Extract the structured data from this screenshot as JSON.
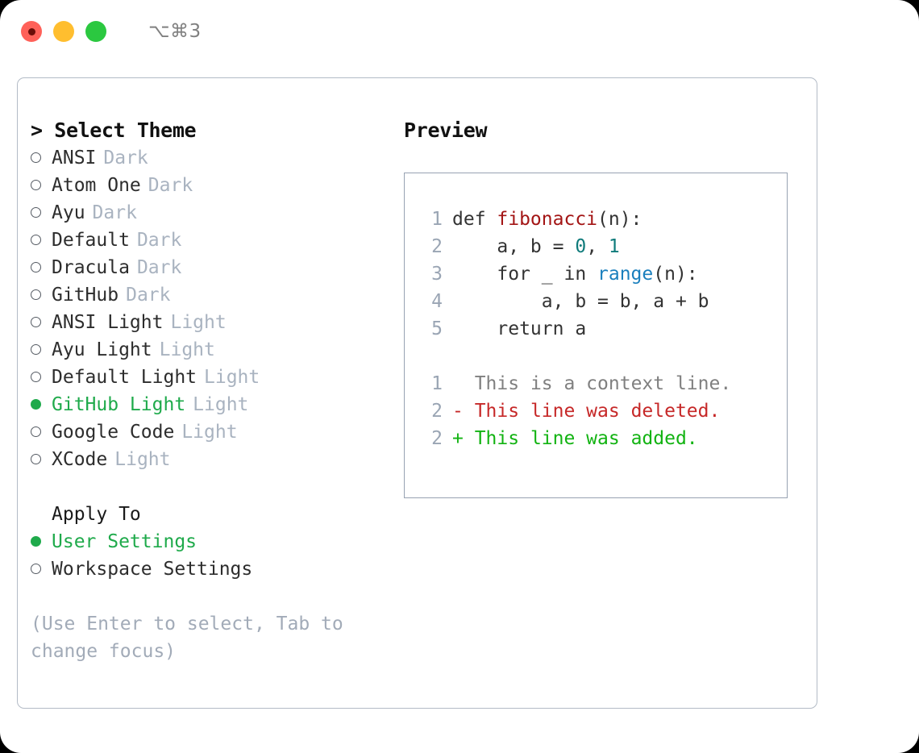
{
  "titlebar": {
    "shortcut": "⌥⌘3",
    "buttons": [
      "close",
      "minimize",
      "maximize"
    ]
  },
  "theme_picker": {
    "header": "> Select Theme",
    "items": [
      {
        "label": "ANSI",
        "variant": "Dark",
        "selected": false
      },
      {
        "label": "Atom One",
        "variant": "Dark",
        "selected": false
      },
      {
        "label": "Ayu",
        "variant": "Dark",
        "selected": false
      },
      {
        "label": "Default",
        "variant": "Dark",
        "selected": false
      },
      {
        "label": "Dracula",
        "variant": "Dark",
        "selected": false
      },
      {
        "label": "GitHub",
        "variant": "Dark",
        "selected": false
      },
      {
        "label": "ANSI Light",
        "variant": "Light",
        "selected": false
      },
      {
        "label": "Ayu Light",
        "variant": "Light",
        "selected": false
      },
      {
        "label": "Default Light",
        "variant": "Light",
        "selected": false
      },
      {
        "label": "GitHub Light",
        "variant": "Light",
        "selected": true
      },
      {
        "label": "Google Code",
        "variant": "Light",
        "selected": false
      },
      {
        "label": "XCode",
        "variant": "Light",
        "selected": false
      }
    ]
  },
  "apply_to": {
    "header": "Apply To",
    "items": [
      {
        "label": "User Settings",
        "selected": true
      },
      {
        "label": "Workspace Settings",
        "selected": false
      }
    ]
  },
  "hint": "(Use Enter to select, Tab to change focus)",
  "preview": {
    "title": "Preview",
    "code_lines": [
      {
        "num": "1",
        "indent": "",
        "parts": [
          {
            "text": "def ",
            "kind": "plain"
          },
          {
            "text": "fibonacci",
            "kind": "fn"
          },
          {
            "text": "(n):",
            "kind": "plain"
          }
        ]
      },
      {
        "num": "2",
        "indent": "    ",
        "parts": [
          {
            "text": "a, b = ",
            "kind": "plain"
          },
          {
            "text": "0",
            "kind": "num"
          },
          {
            "text": ", ",
            "kind": "plain"
          },
          {
            "text": "1",
            "kind": "num"
          }
        ]
      },
      {
        "num": "3",
        "indent": "    ",
        "parts": [
          {
            "text": "for _ in ",
            "kind": "plain"
          },
          {
            "text": "range",
            "kind": "call"
          },
          {
            "text": "(n):",
            "kind": "plain"
          }
        ]
      },
      {
        "num": "4",
        "indent": "        ",
        "parts": [
          {
            "text": "a, b = b, a + b",
            "kind": "plain"
          }
        ]
      },
      {
        "num": "5",
        "indent": "    ",
        "parts": [
          {
            "text": "return a",
            "kind": "plain"
          }
        ]
      }
    ],
    "diff_lines": [
      {
        "num": "1",
        "marker": "  ",
        "text": "This is a context line.",
        "kind": "context"
      },
      {
        "num": "2",
        "marker": "- ",
        "text": "This line was deleted.",
        "kind": "deleted"
      },
      {
        "num": "2",
        "marker": "+ ",
        "text": "This line was added.",
        "kind": "added"
      }
    ]
  },
  "colors": {
    "accent_green": "#1faa4b",
    "diff_added": "#12b312",
    "diff_deleted": "#c62828",
    "muted": "#a9b3c0",
    "border": "#97a2b2",
    "function": "#a31515",
    "number": "#0f7b7b",
    "builtin": "#1a7fbd"
  }
}
